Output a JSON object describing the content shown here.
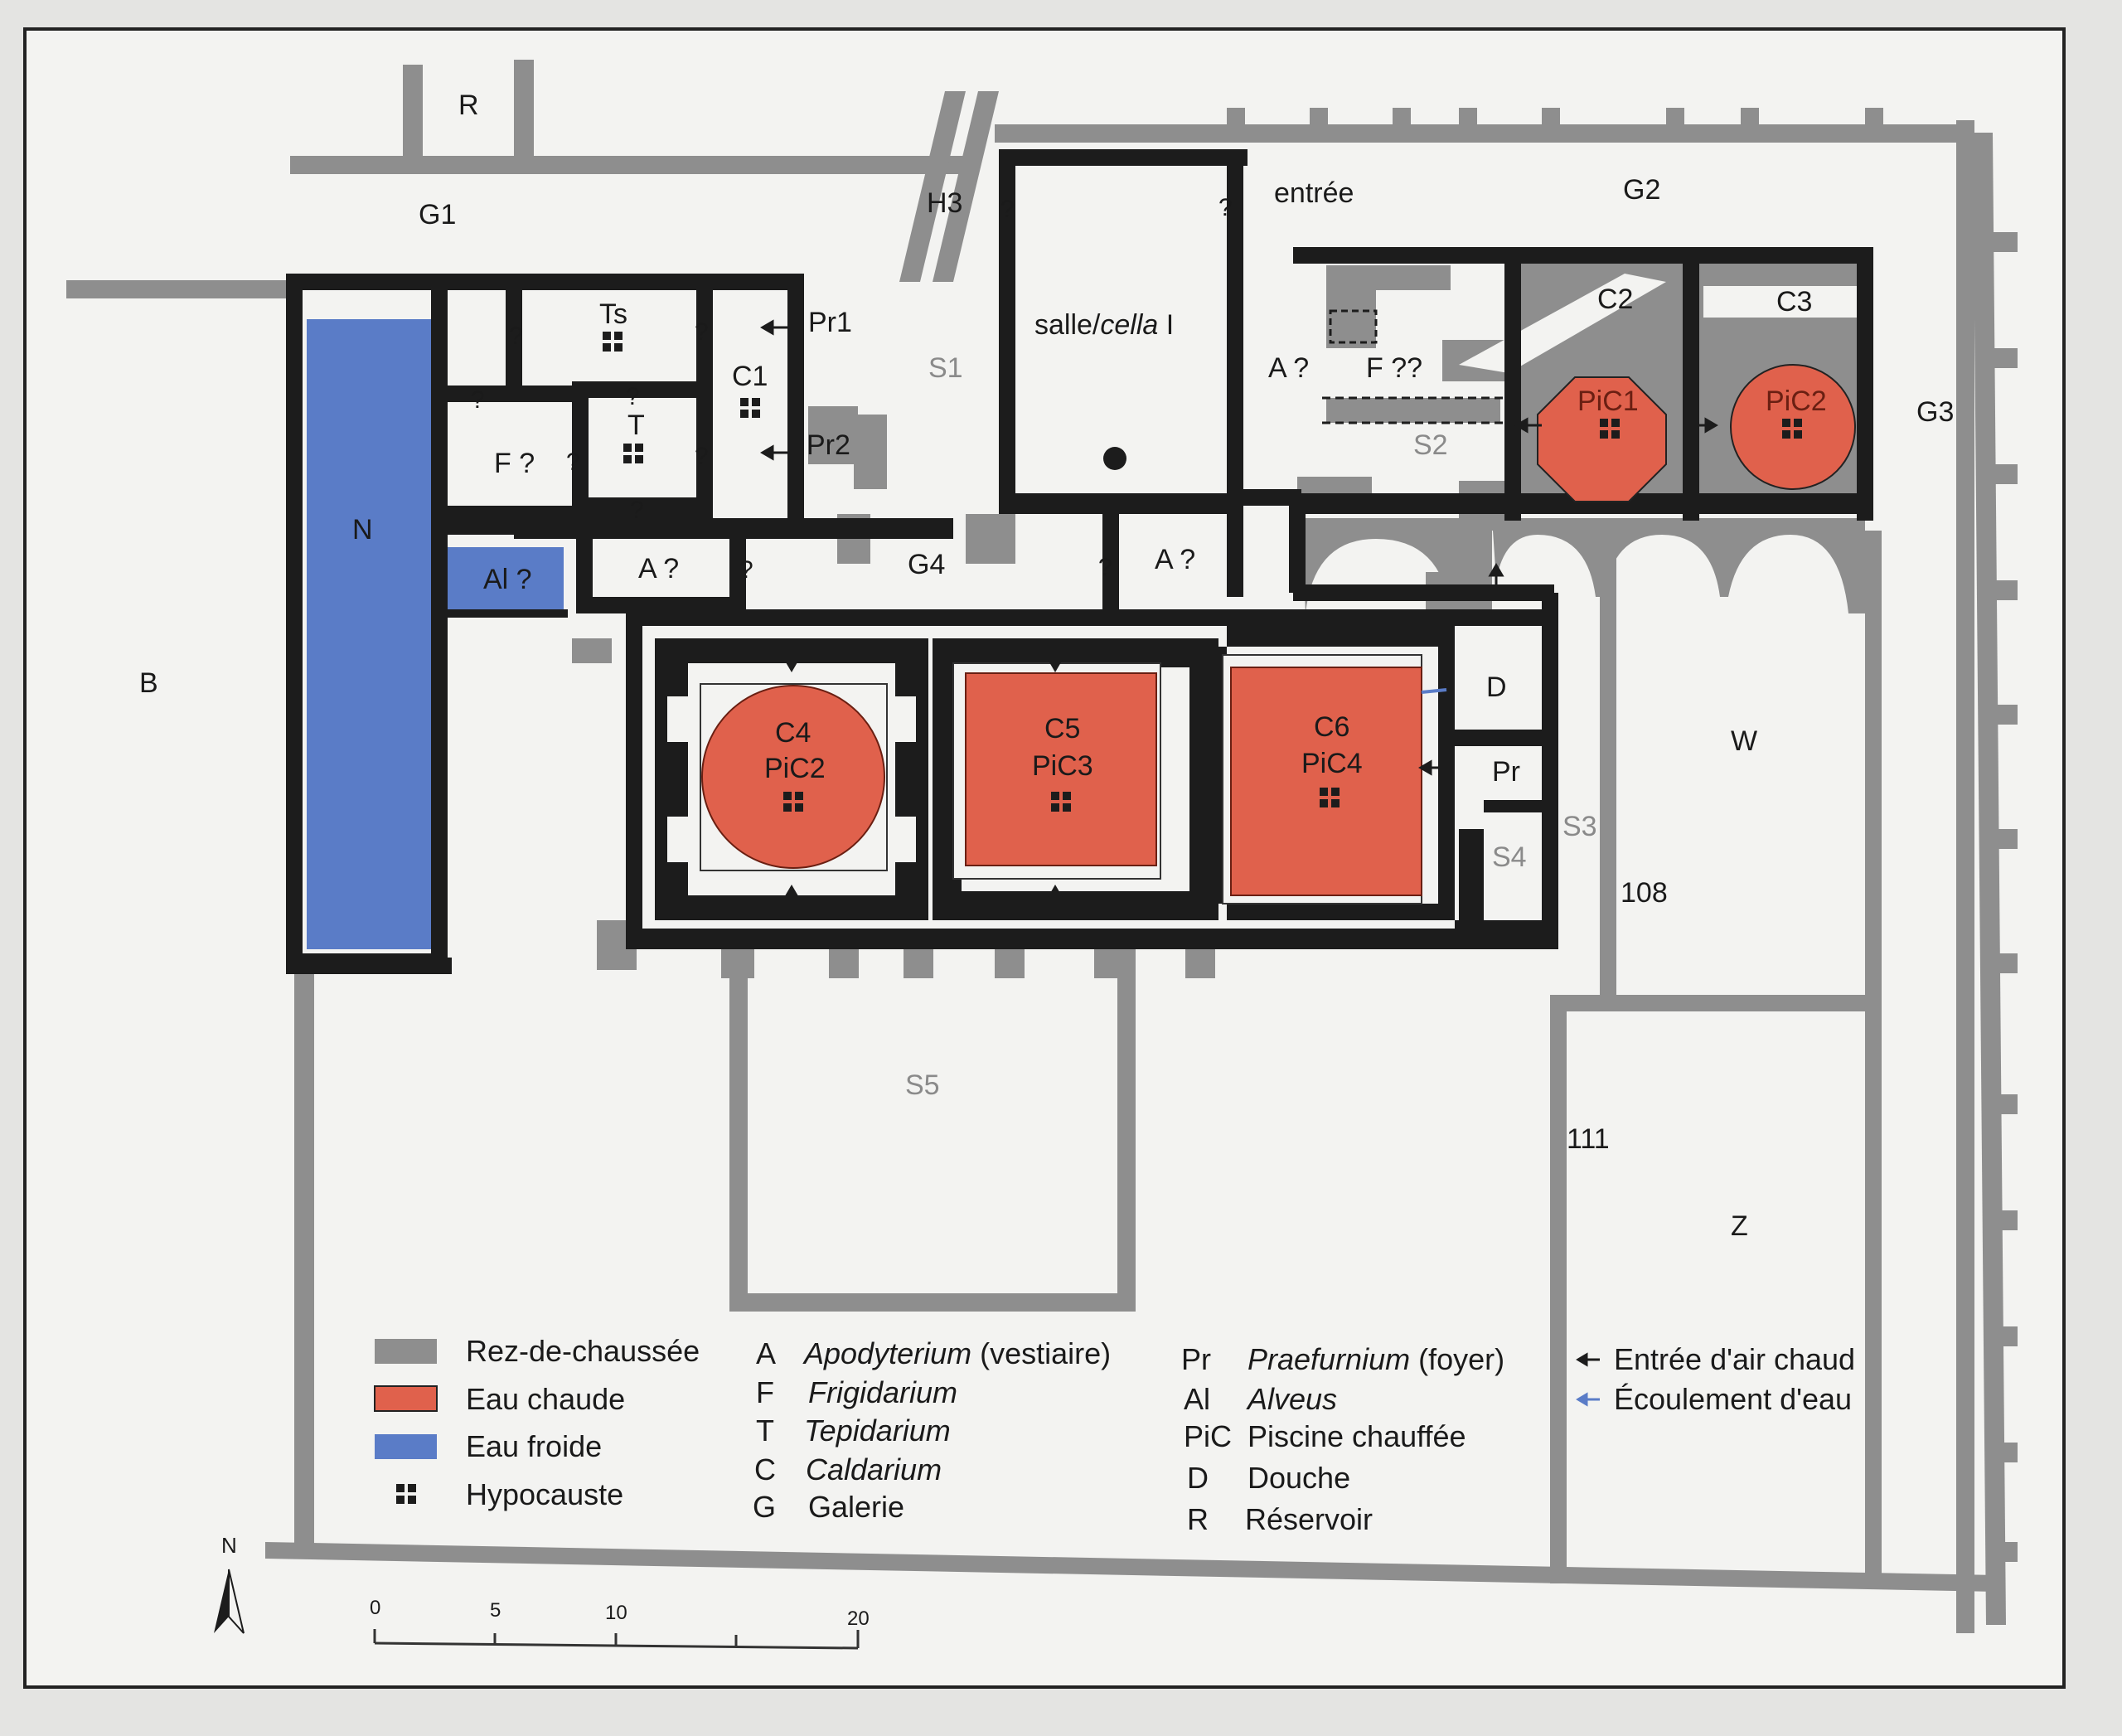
{
  "colors": {
    "background": "#e4e4e2",
    "wall_black": "#1c1c1c",
    "ground_floor": "#8e8e8e",
    "hot_water": "#e0614c",
    "cold_water": "#5a7cc7",
    "paper": "#f3f3f1"
  },
  "labels": {
    "R": "R",
    "G1": "G1",
    "H3": "H3",
    "entree": "entrée",
    "G2": "G2",
    "G3": "G3",
    "Ts": "Ts",
    "T": "T",
    "C1": "C1",
    "Pr1": "Pr1",
    "Pr2": "Pr2",
    "S1": "S1",
    "salle": "salle/",
    "cella": "cella",
    "salle_num": " I",
    "A_q_upper": "A ?",
    "F_qq": "F ??",
    "S2": "S2",
    "C2": "C2",
    "C3": "C3",
    "PiC1": "PiC1",
    "PiC2_top": "PiC2",
    "F_q": "F ?",
    "N": "N",
    "Al_q": "Al ?",
    "A_q_left": "A ?",
    "G4": "G4",
    "A_q_right": "A ?",
    "B": "B",
    "C4": "C4",
    "PiC2": "PiC2",
    "C5": "C5",
    "PiC3": "PiC3",
    "C6": "C6",
    "PiC4": "PiC4",
    "D": "D",
    "Pr": "Pr",
    "S3": "S3",
    "S4": "S4",
    "W": "W",
    "n108": "108",
    "S5": "S5",
    "n111": "111",
    "Z": "Z",
    "q": "?"
  },
  "legend": {
    "colors": [
      {
        "swatch": "ground_floor",
        "label": "Rez-de-chaussée"
      },
      {
        "swatch": "hot_water",
        "label": "Eau chaude"
      },
      {
        "swatch": "cold_water",
        "label": "Eau froide"
      },
      {
        "swatch": "hypocaust",
        "label": "Hypocauste"
      }
    ],
    "abbrev_col1": [
      {
        "key": "A",
        "name": "Apodyterium",
        "italic": true,
        "extra": " (vestiaire)"
      },
      {
        "key": "F",
        "name": "Frigidarium",
        "italic": true,
        "extra": ""
      },
      {
        "key": "T",
        "name": "Tepidarium",
        "italic": true,
        "extra": ""
      },
      {
        "key": "C",
        "name": "Caldarium",
        "italic": true,
        "extra": ""
      },
      {
        "key": "G",
        "name": "Galerie",
        "italic": false,
        "extra": ""
      }
    ],
    "abbrev_col2": [
      {
        "key": "Pr",
        "name": "Praefurnium",
        "italic": true,
        "extra": " (foyer)"
      },
      {
        "key": "Al",
        "name": "Alveus",
        "italic": true,
        "extra": ""
      },
      {
        "key": "PiC",
        "name": "Piscine chauffée",
        "italic": false,
        "extra": ""
      },
      {
        "key": "D",
        "name": "Douche",
        "italic": false,
        "extra": ""
      },
      {
        "key": "R",
        "name": "Réservoir",
        "italic": false,
        "extra": ""
      }
    ],
    "arrows": [
      {
        "label": "Entrée d'air chaud"
      },
      {
        "label": "Écoulement d'eau"
      }
    ]
  },
  "north": "N",
  "scale": {
    "ticks": [
      "0",
      "5",
      "10",
      "20"
    ]
  }
}
